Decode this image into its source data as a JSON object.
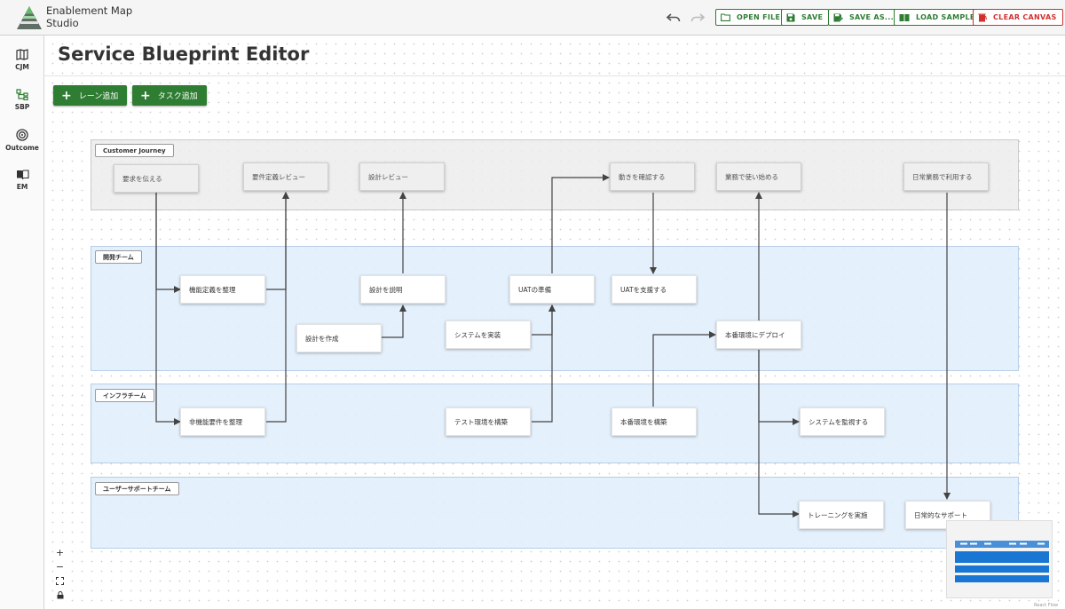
{
  "app": {
    "name_line1": "Enablement Map",
    "name_line2": "Studio"
  },
  "toolbar": {
    "open_file": "OPEN FILE",
    "save": "SAVE",
    "save_as": "SAVE AS...",
    "load_sample": "LOAD SAMPLE",
    "clear_canvas": "CLEAR CANVAS"
  },
  "sidebar": {
    "items": [
      {
        "label": "CJM",
        "icon": "map-icon"
      },
      {
        "label": "SBP",
        "icon": "blueprint-icon",
        "active": true
      },
      {
        "label": "Outcome",
        "icon": "target-icon"
      },
      {
        "label": "EM",
        "icon": "book-icon"
      }
    ]
  },
  "page": {
    "title": "Service Blueprint Editor",
    "add_lane": "レーン追加",
    "add_task": "タスク追加"
  },
  "lanes": [
    {
      "label": "Customer Journey"
    },
    {
      "label": "開発チーム"
    },
    {
      "label": "インフラチーム"
    },
    {
      "label": "ユーザーサポートチーム"
    }
  ],
  "nodes": {
    "request": "要求を伝える",
    "req_review": "要件定義レビュー",
    "design_review": "設計レビュー",
    "verify": "動きを確認する",
    "start_use": "業務で使い始める",
    "daily_use": "日常業務で利用する",
    "func_def": "機能定義を整理",
    "design_explain": "設計を説明",
    "uat_prep": "UATの準備",
    "uat_support": "UATを支援する",
    "design_create": "設計を作成",
    "sys_impl": "システムを実装",
    "prod_deploy": "本番環境にデプロイ",
    "nonfunc": "非機能要件を整理",
    "test_env": "テスト環境を構築",
    "prod_env": "本番環境を構築",
    "sys_monitor": "システムを監視する",
    "training": "トレーニングを実施",
    "daily_support": "日常的なサポート"
  },
  "controls": {
    "zoom_in": "+",
    "zoom_out": "−"
  },
  "attribution": "React Flow",
  "colors": {
    "accent": "#2e7d32",
    "danger": "#d32f2f",
    "lane_team": "#e1eefc",
    "lane_journey": "#ececec"
  }
}
